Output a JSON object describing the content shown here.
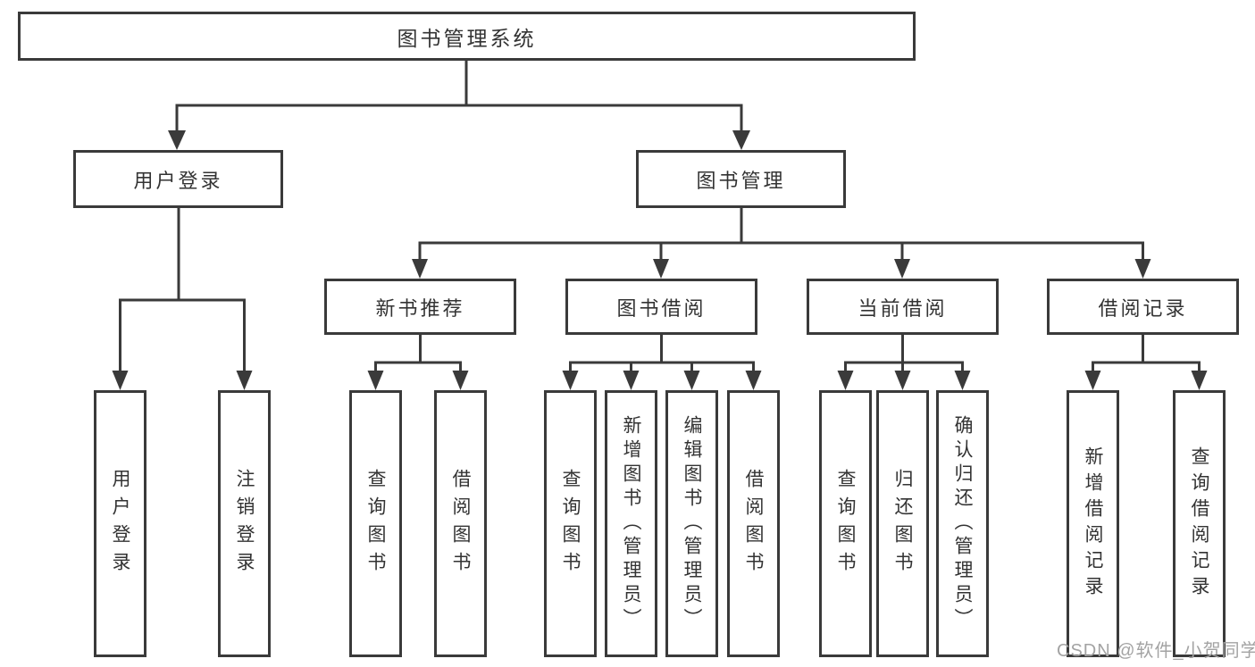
{
  "diagram": {
    "nodes": {
      "root": {
        "label": "图书管理系统"
      },
      "user_login": {
        "label": "用户登录"
      },
      "book_management": {
        "label": "图书管理"
      },
      "new_book_recommend": {
        "label": "新书推荐"
      },
      "book_borrow": {
        "label": "图书借阅"
      },
      "current_borrow": {
        "label": "当前借阅"
      },
      "borrow_records": {
        "label": "借阅记录"
      }
    },
    "leaves": [
      {
        "label": "用户登录"
      },
      {
        "label": "注销登录"
      },
      {
        "label": "查询图书"
      },
      {
        "label": "借阅图书"
      },
      {
        "label": "查询图书"
      },
      {
        "label": "新增图书（管理员）"
      },
      {
        "label": "编辑图书（管理员）"
      },
      {
        "label": "借阅图书"
      },
      {
        "label": "查询图书"
      },
      {
        "label": "归还图书"
      },
      {
        "label": "确认归还（管理员）"
      },
      {
        "label": "新增借阅记录"
      },
      {
        "label": "查询借阅记录"
      }
    ]
  },
  "watermark": {
    "text": "CSDN @软件_小贺同学"
  },
  "colors": {
    "line": "#3a3a3a",
    "text": "#333333",
    "watermark": "#a3a3a3",
    "background": "#ffffff"
  }
}
